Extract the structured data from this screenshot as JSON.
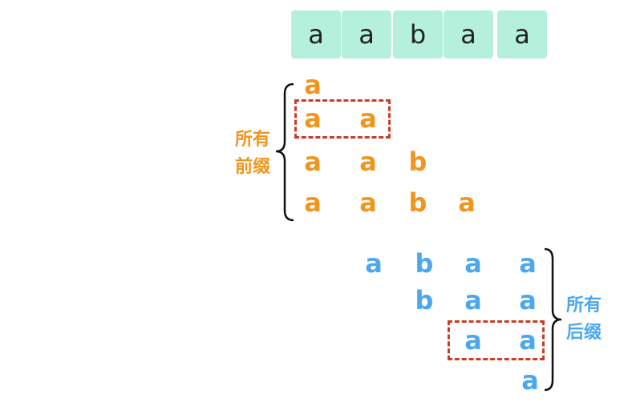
{
  "string_cells": [
    "a",
    "a",
    "b",
    "a",
    "a"
  ],
  "prefixes": [
    [
      "a"
    ],
    [
      "a",
      "a"
    ],
    [
      "a",
      "a",
      "b"
    ],
    [
      "a",
      "a",
      "b",
      "a"
    ]
  ],
  "suffixes": [
    [
      "a",
      "b",
      "a",
      "a"
    ],
    [
      "b",
      "a",
      "a"
    ],
    [
      "a",
      "a"
    ],
    [
      "a"
    ]
  ],
  "prefix_label": [
    "所有",
    "前缀"
  ],
  "suffix_label": [
    "所有",
    "后缀"
  ],
  "colors": {
    "cell_bg": "#b5f0dc",
    "prefix": "#f0961e",
    "suffix": "#4ba8ef",
    "highlight": "#cc3b22"
  }
}
